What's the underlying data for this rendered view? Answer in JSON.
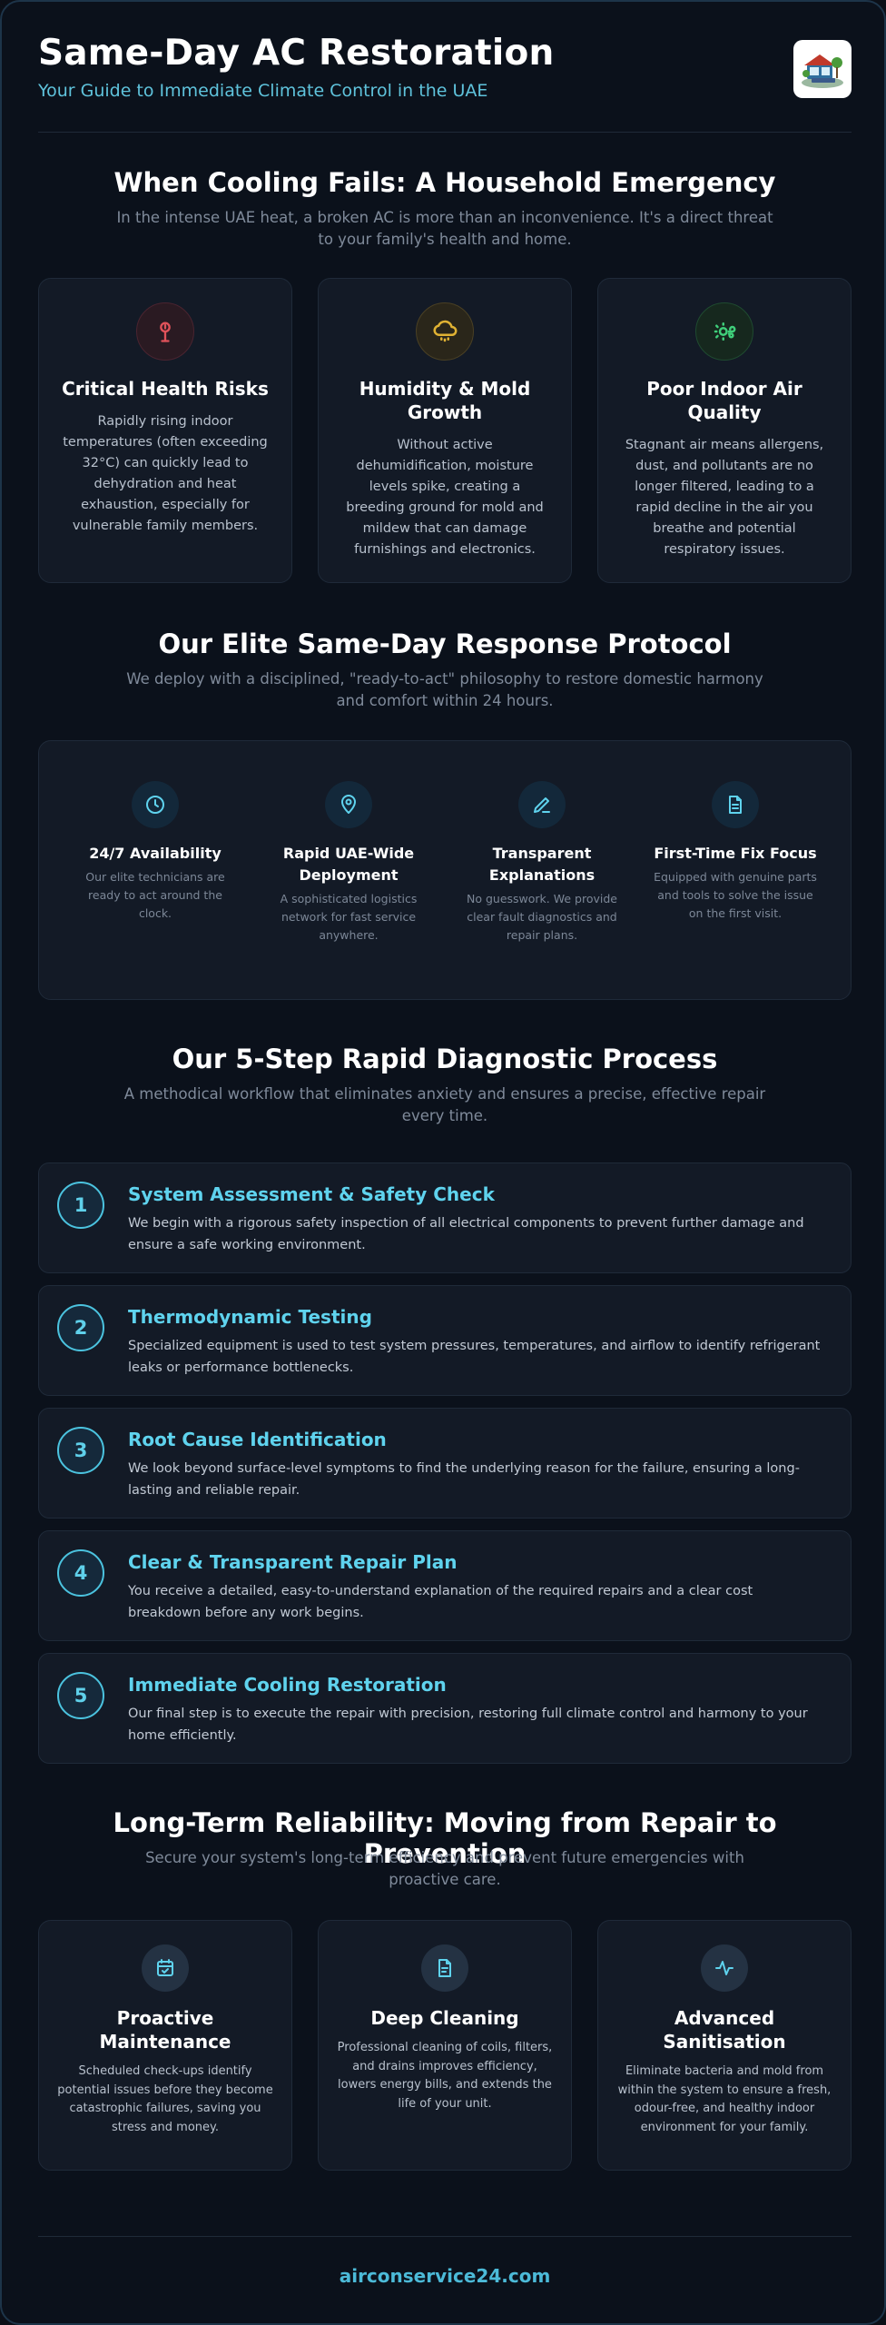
{
  "header": {
    "title": "Same-Day AC Restoration",
    "subtitle": "Your Guide to Immediate Climate Control in the UAE"
  },
  "emergency": {
    "title": "When Cooling Fails: A Household Emergency",
    "subtitle": "In the intense UAE heat, a broken AC is more than an inconvenience. It's a direct threat to your family's health and home.",
    "cards": [
      {
        "icon": "thermometer-icon",
        "title": "Critical Health Risks",
        "text": "Rapidly rising indoor temperatures (often exceeding 32°C) can quickly lead to dehydration and heat exhaustion, especially for vulnerable family members."
      },
      {
        "icon": "cloud-drizzle-icon",
        "title": "Humidity & Mold Growth",
        "text": "Without active dehumidification, moisture levels spike, creating a breeding ground for mold and mildew that can damage furnishings and electronics."
      },
      {
        "icon": "air-quality-icon",
        "title": "Poor Indoor Air Quality",
        "text": "Stagnant air means allergens, dust, and pollutants are no longer filtered, leading to a rapid decline in the air you breathe and potential respiratory issues."
      }
    ]
  },
  "protocol": {
    "title": "Our Elite Same-Day Response Protocol",
    "subtitle": "We deploy with a disciplined, \"ready-to-act\" philosophy to restore domestic harmony and comfort within 24 hours.",
    "items": [
      {
        "icon": "clock-icon",
        "title": "24/7 Availability",
        "text": "Our elite technicians are ready to act around the clock."
      },
      {
        "icon": "map-pin-icon",
        "title": "Rapid UAE-Wide Deployment",
        "text": "A sophisticated logistics network for fast service anywhere."
      },
      {
        "icon": "pencil-icon",
        "title": "Transparent Explanations",
        "text": "No guesswork. We provide clear fault diagnostics and repair plans."
      },
      {
        "icon": "document-icon",
        "title": "First-Time Fix Focus",
        "text": "Equipped with genuine parts and tools to solve the issue on the first visit."
      }
    ]
  },
  "process": {
    "title": "Our 5-Step Rapid Diagnostic Process",
    "subtitle": "A methodical workflow that eliminates anxiety and ensures a precise, effective repair every time.",
    "steps": [
      {
        "num": "1",
        "title": "System Assessment & Safety Check",
        "text": "We begin with a rigorous safety inspection of all electrical components to prevent further damage and ensure a safe working environment."
      },
      {
        "num": "2",
        "title": "Thermodynamic Testing",
        "text": "Specialized equipment is used to test system pressures, temperatures, and airflow to identify refrigerant leaks or performance bottlenecks."
      },
      {
        "num": "3",
        "title": "Root Cause Identification",
        "text": "We look beyond surface-level symptoms to find the underlying reason for the failure, ensuring a long-lasting and reliable repair."
      },
      {
        "num": "4",
        "title": "Clear & Transparent Repair Plan",
        "text": "You receive a detailed, easy-to-understand explanation of the required repairs and a clear cost breakdown before any work begins."
      },
      {
        "num": "5",
        "title": "Immediate Cooling Restoration",
        "text": "Our final step is to execute the repair with precision, restoring full climate control and harmony to your home efficiently."
      }
    ]
  },
  "prevention": {
    "title": "Long-Term Reliability: Moving from Repair to Prevention",
    "subtitle": "Secure your system's long-term efficiency and prevent future emergencies with proactive care.",
    "cards": [
      {
        "icon": "calendar-check-icon",
        "title": "Proactive Maintenance",
        "text": "Scheduled check-ups identify potential issues before they become catastrophic failures, saving you stress and money."
      },
      {
        "icon": "file-cleaning-icon",
        "title": "Deep Cleaning",
        "text": "Professional cleaning of coils, filters, and drains improves efficiency, lowers energy bills, and extends the life of your unit."
      },
      {
        "icon": "activity-icon",
        "title": "Advanced Sanitisation",
        "text": "Eliminate bacteria and mold from within the system to ensure a fresh, odour-free, and healthy indoor environment for your family."
      }
    ]
  },
  "footer": {
    "site": "airconservice24.com"
  },
  "colors": {
    "accent": "#5fd3ee",
    "red": "#e0525a",
    "amber": "#e0b233",
    "green": "#3fcf7a",
    "background": "#0b111b"
  }
}
